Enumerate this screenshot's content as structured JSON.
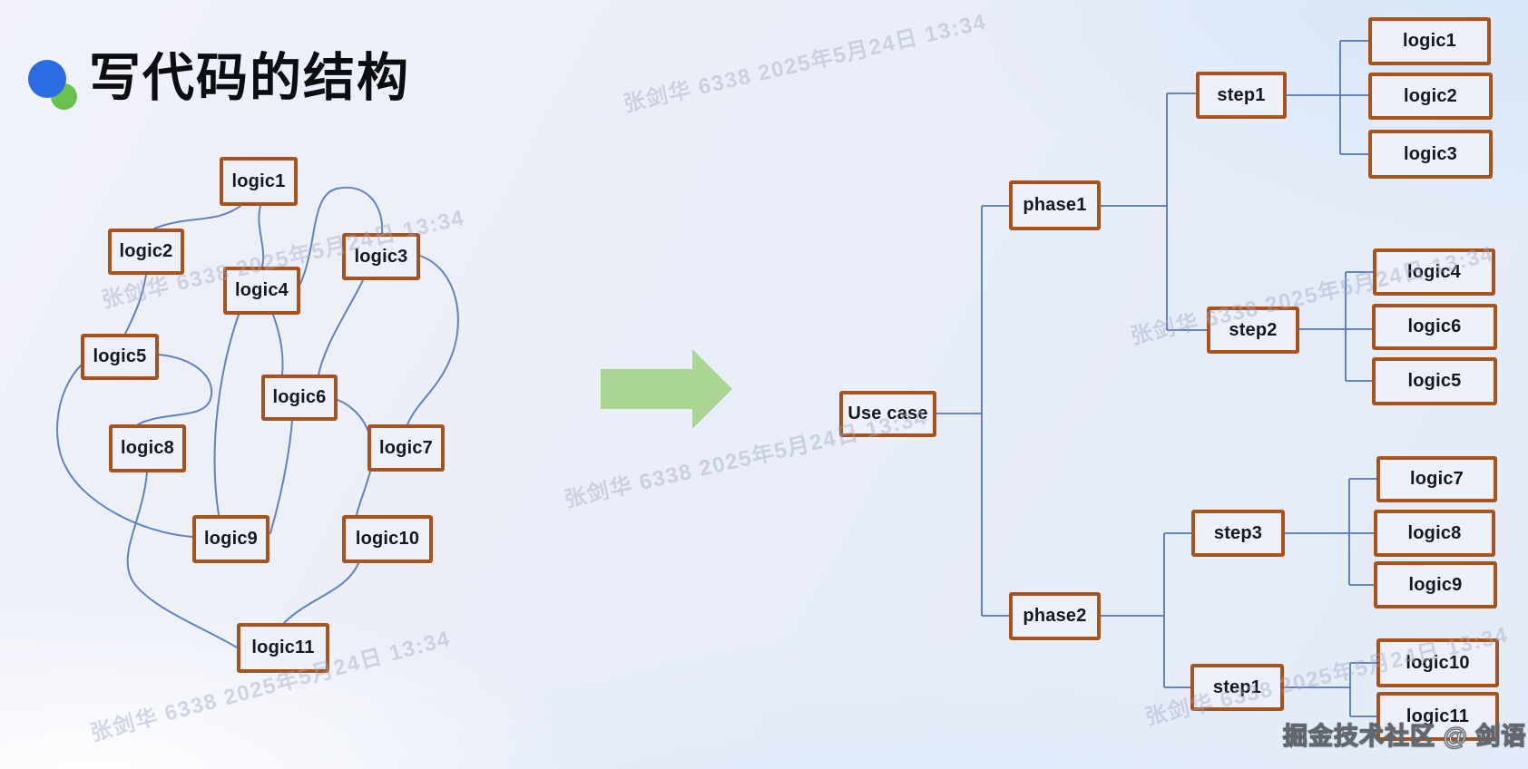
{
  "slide": {
    "title": "写代码的结构",
    "credit": "掘金技术社区 @ 剑语",
    "watermark_text": "张剑华 6338 2025年5月24日 13:34"
  },
  "left_graph": {
    "nodes": [
      {
        "label": "logic1"
      },
      {
        "label": "logic2"
      },
      {
        "label": "logic3"
      },
      {
        "label": "logic4"
      },
      {
        "label": "logic5"
      },
      {
        "label": "logic6"
      },
      {
        "label": "logic7"
      },
      {
        "label": "logic8"
      },
      {
        "label": "logic9"
      },
      {
        "label": "logic10"
      },
      {
        "label": "logic11"
      }
    ],
    "edges": [
      [
        "logic1",
        "logic2"
      ],
      [
        "logic1",
        "logic4"
      ],
      [
        "logic4",
        "logic3"
      ],
      [
        "logic3",
        "logic7"
      ],
      [
        "logic2",
        "logic5"
      ],
      [
        "logic5",
        "logic8"
      ],
      [
        "logic5",
        "logic9"
      ],
      [
        "logic4",
        "logic9"
      ],
      [
        "logic4",
        "logic6"
      ],
      [
        "logic3",
        "logic6"
      ],
      [
        "logic6",
        "logic9"
      ],
      [
        "logic6",
        "logic10"
      ],
      [
        "logic8",
        "logic11"
      ],
      [
        "logic10",
        "logic11"
      ]
    ]
  },
  "arrow": {
    "direction": "right",
    "color": "#a9d28e"
  },
  "right_tree": {
    "tree": {
      "label": "Use case",
      "children": [
        {
          "label": "phase1",
          "children": [
            {
              "label": "step1",
              "children": [
                {
                  "label": "logic1"
                },
                {
                  "label": "logic2"
                },
                {
                  "label": "logic3"
                }
              ]
            },
            {
              "label": "step2",
              "children": [
                {
                  "label": "logic4"
                },
                {
                  "label": "logic6"
                },
                {
                  "label": "logic5"
                }
              ]
            }
          ]
        },
        {
          "label": "phase2",
          "children": [
            {
              "label": "step3",
              "children": [
                {
                  "label": "logic7"
                },
                {
                  "label": "logic8"
                },
                {
                  "label": "logic9"
                }
              ]
            },
            {
              "label": "step1",
              "children": [
                {
                  "label": "logic10"
                },
                {
                  "label": "logic11"
                }
              ]
            }
          ]
        }
      ]
    }
  },
  "colors": {
    "box_border": "#a7531e",
    "edge_line": "#4c72c0",
    "arrow_green": "#a9d28e",
    "logo_blue": "#2c6ce3",
    "logo_green": "#69c24e",
    "background": "#eaeef8"
  }
}
